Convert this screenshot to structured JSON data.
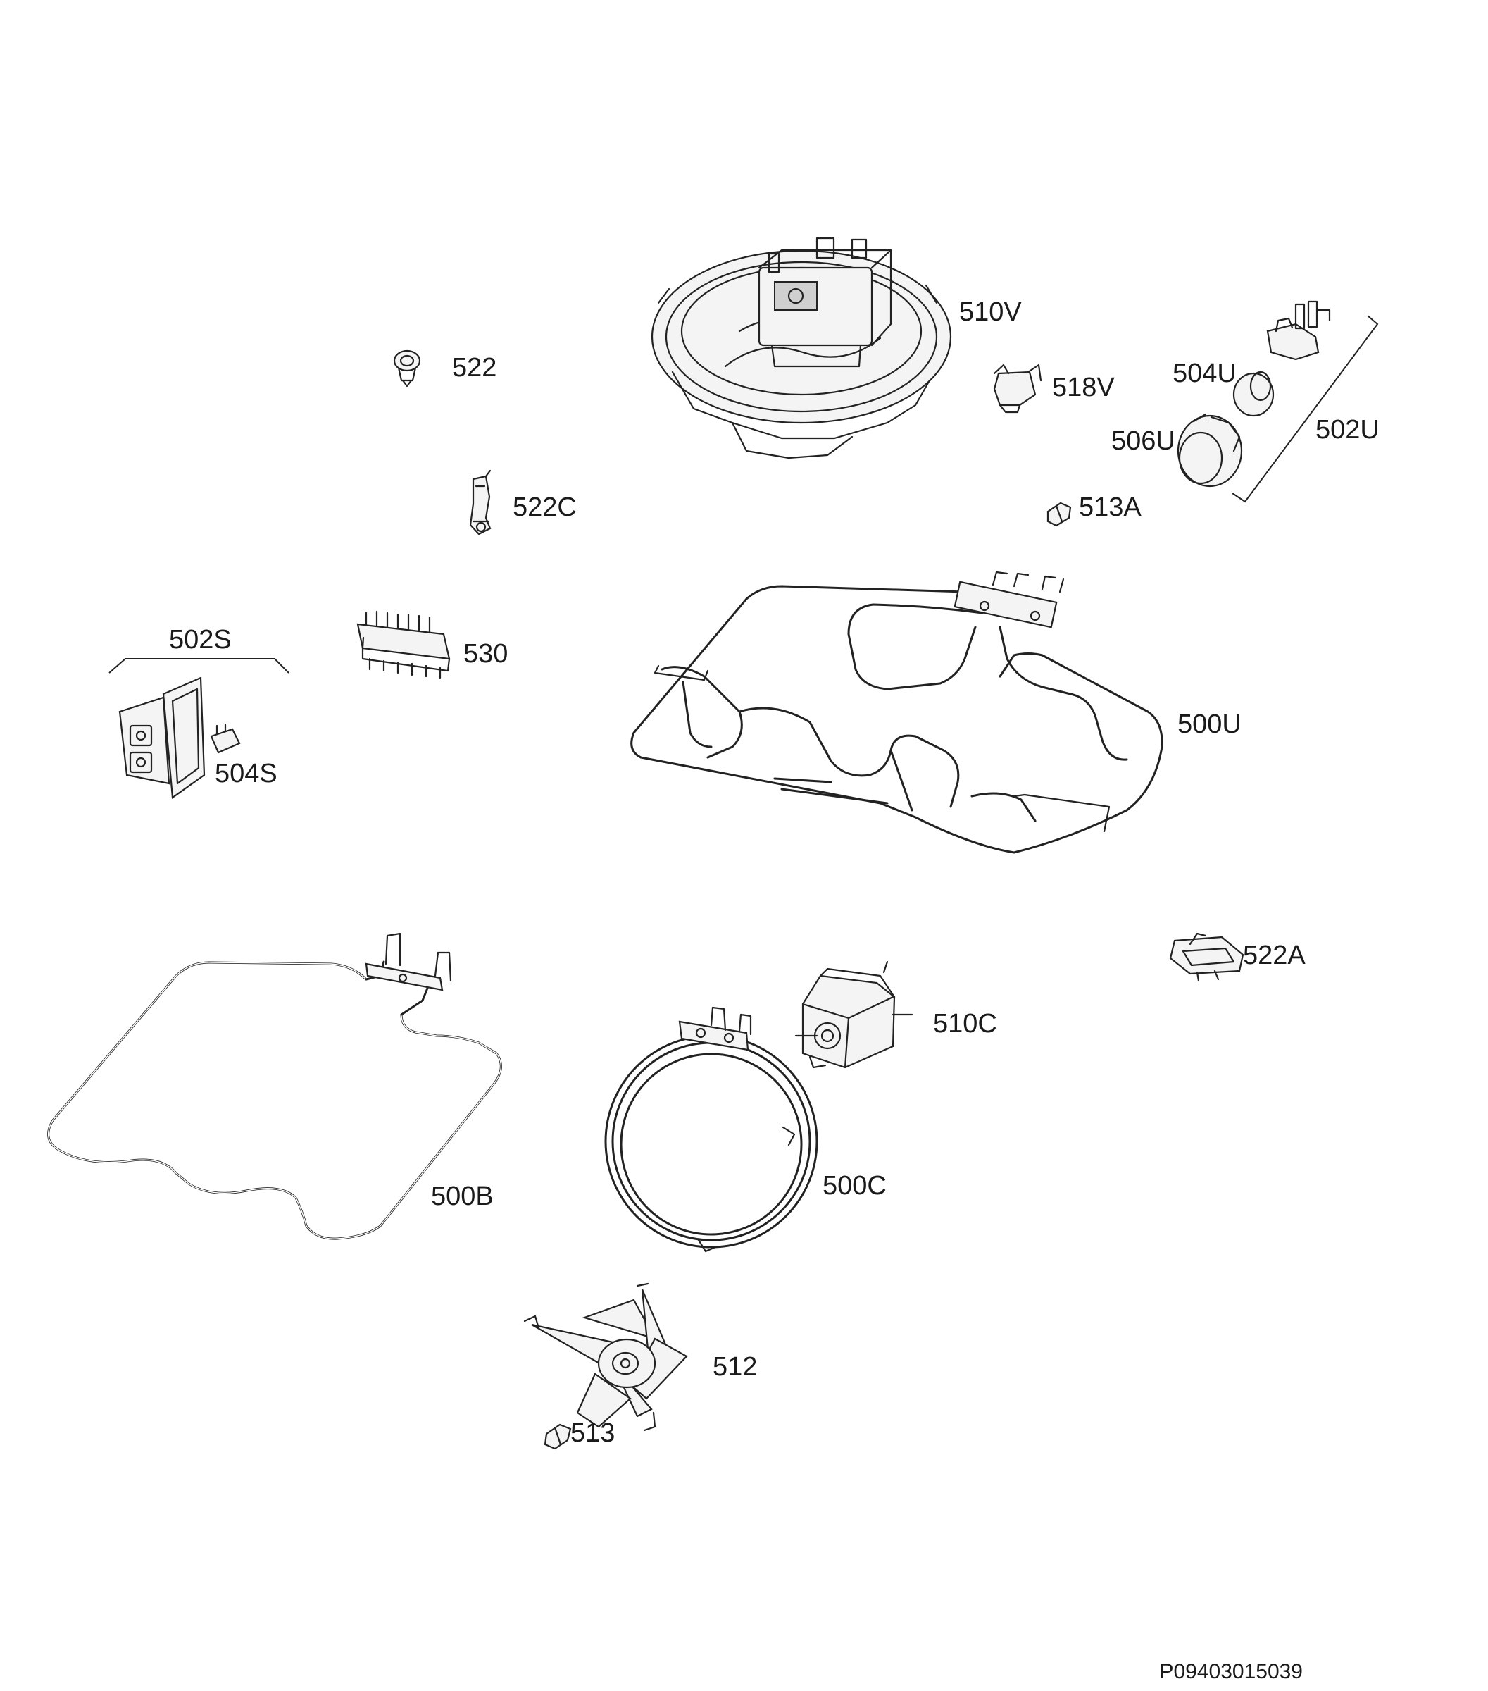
{
  "labels": {
    "l510v": "510V",
    "l522": "522",
    "l518v": "518V",
    "l504u": "504U",
    "l506u": "506U",
    "l502u": "502U",
    "l522c": "522C",
    "l513a": "513A",
    "l502s": "502S",
    "l530": "530",
    "l500u": "500U",
    "l504s": "504S",
    "l522a": "522A",
    "l510c": "510C",
    "l500b": "500B",
    "l500c": "500C",
    "l512": "512",
    "l513": "513"
  },
  "drawing_code": "P09403015039"
}
